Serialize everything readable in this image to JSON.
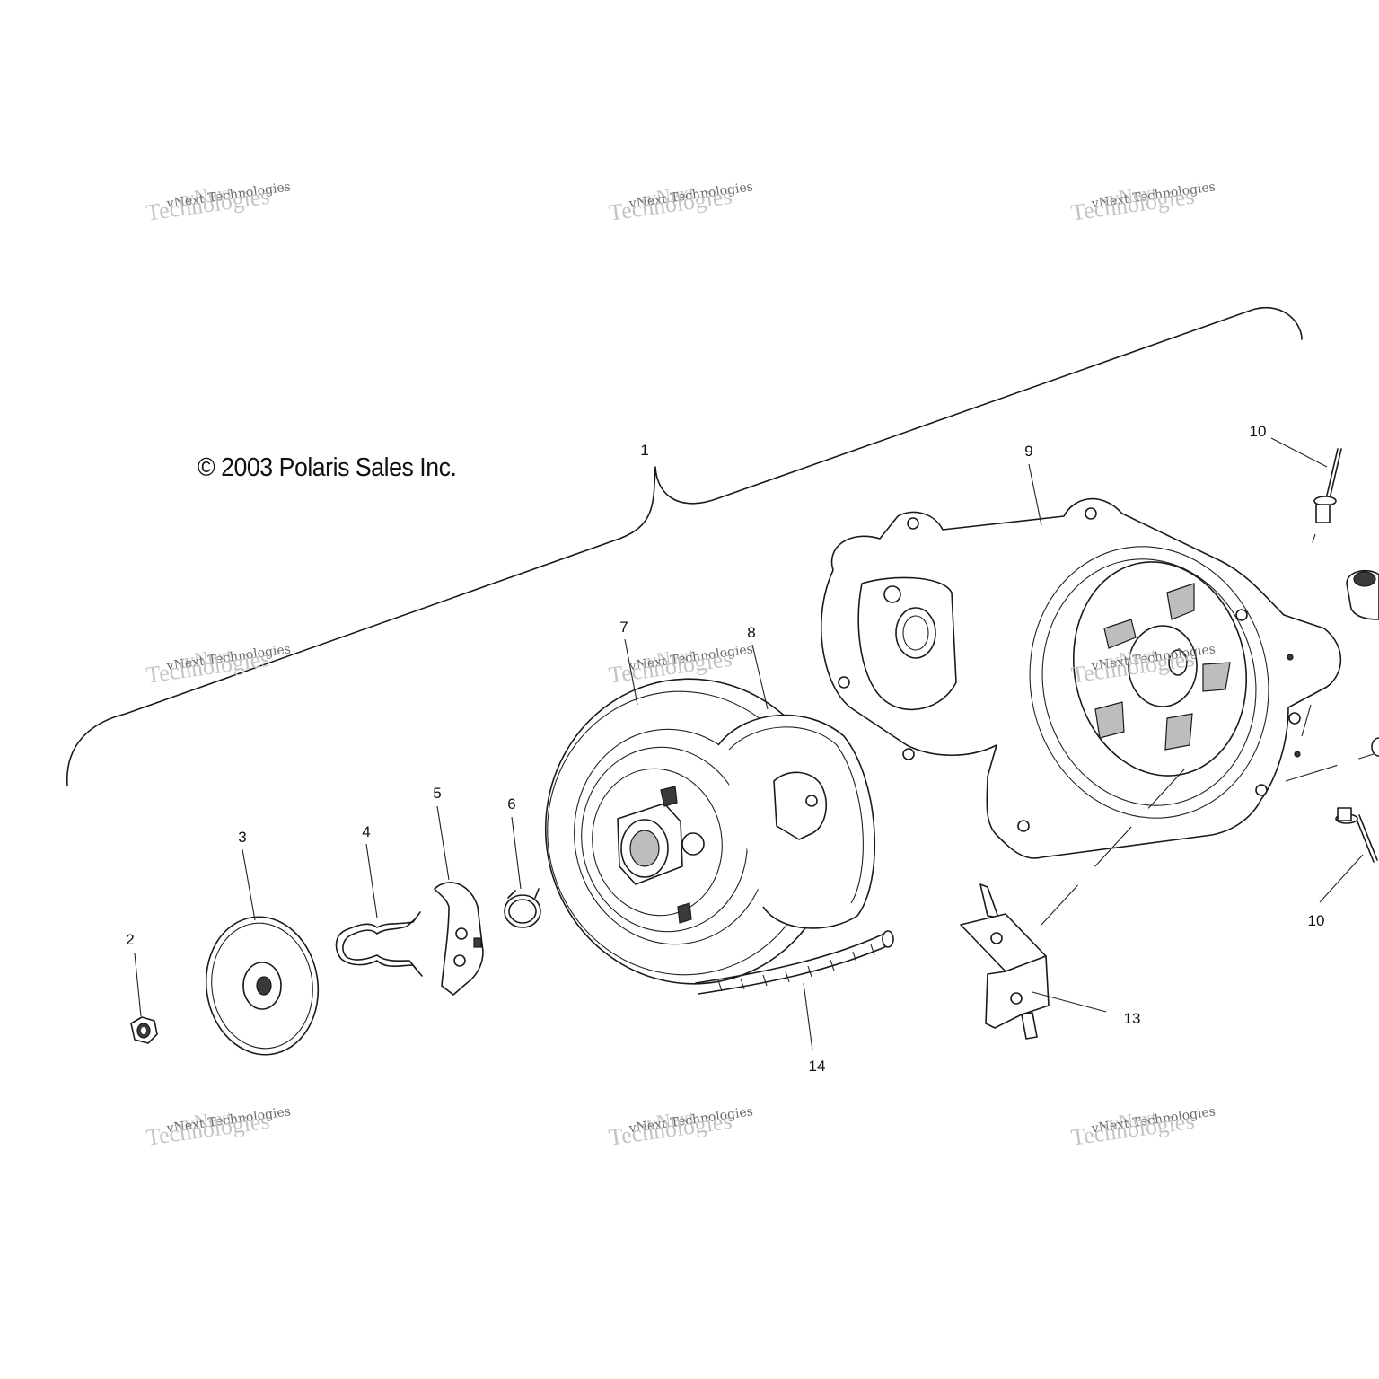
{
  "copyright": "© 2003 Polaris Sales Inc.",
  "watermark": {
    "line1": "vNext",
    "line2": "vNext Technologies",
    "line3": "Technologies"
  },
  "callouts": {
    "c1": "1",
    "c2": "2",
    "c3": "3",
    "c4": "4",
    "c5": "5",
    "c6": "6",
    "c7": "7",
    "c8": "8",
    "c9": "9",
    "c10a": "10",
    "c10b": "10",
    "c13": "13",
    "c14": "14"
  }
}
